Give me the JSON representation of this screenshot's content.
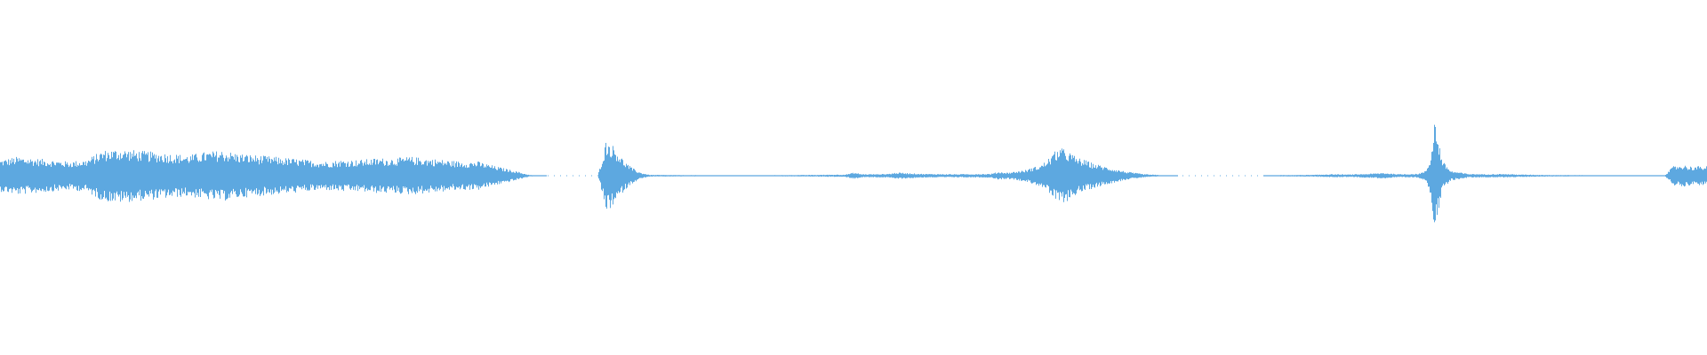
{
  "waveform": {
    "color": "#5DA8E0",
    "background": "#FFFFFF",
    "duration_fraction_note": "",
    "envelope": [
      [
        0.0,
        0.1
      ],
      [
        0.01,
        0.12
      ],
      [
        0.02,
        0.11
      ],
      [
        0.03,
        0.1
      ],
      [
        0.04,
        0.09
      ],
      [
        0.05,
        0.1
      ],
      [
        0.06,
        0.16
      ],
      [
        0.07,
        0.17
      ],
      [
        0.08,
        0.16
      ],
      [
        0.09,
        0.15
      ],
      [
        0.1,
        0.14
      ],
      [
        0.11,
        0.13
      ],
      [
        0.12,
        0.15
      ],
      [
        0.13,
        0.16
      ],
      [
        0.14,
        0.14
      ],
      [
        0.15,
        0.13
      ],
      [
        0.16,
        0.12
      ],
      [
        0.17,
        0.11
      ],
      [
        0.18,
        0.1
      ],
      [
        0.19,
        0.09
      ],
      [
        0.2,
        0.1
      ],
      [
        0.21,
        0.1
      ],
      [
        0.22,
        0.11
      ],
      [
        0.23,
        0.11
      ],
      [
        0.24,
        0.12
      ],
      [
        0.25,
        0.11
      ],
      [
        0.26,
        0.1
      ],
      [
        0.27,
        0.09
      ],
      [
        0.28,
        0.09
      ],
      [
        0.29,
        0.06
      ],
      [
        0.3,
        0.035
      ],
      [
        0.31,
        0.005
      ],
      [
        0.32,
        0.0
      ],
      [
        0.33,
        0.0
      ],
      [
        0.34,
        0.0
      ],
      [
        0.35,
        0.0
      ],
      [
        0.355,
        0.23
      ],
      [
        0.36,
        0.18
      ],
      [
        0.365,
        0.1
      ],
      [
        0.37,
        0.05
      ],
      [
        0.375,
        0.02
      ],
      [
        0.38,
        0.006
      ],
      [
        0.4,
        0.004
      ],
      [
        0.44,
        0.003
      ],
      [
        0.46,
        0.004
      ],
      [
        0.48,
        0.006
      ],
      [
        0.495,
        0.008
      ],
      [
        0.5,
        0.02
      ],
      [
        0.505,
        0.01
      ],
      [
        0.51,
        0.01
      ],
      [
        0.52,
        0.012
      ],
      [
        0.525,
        0.02
      ],
      [
        0.53,
        0.018
      ],
      [
        0.54,
        0.012
      ],
      [
        0.56,
        0.01
      ],
      [
        0.58,
        0.012
      ],
      [
        0.585,
        0.025
      ],
      [
        0.59,
        0.02
      ],
      [
        0.6,
        0.035
      ],
      [
        0.61,
        0.07
      ],
      [
        0.615,
        0.12
      ],
      [
        0.62,
        0.18
      ],
      [
        0.625,
        0.16
      ],
      [
        0.63,
        0.12
      ],
      [
        0.64,
        0.08
      ],
      [
        0.65,
        0.05
      ],
      [
        0.66,
        0.025
      ],
      [
        0.67,
        0.01
      ],
      [
        0.68,
        0.004
      ],
      [
        0.69,
        0.0
      ],
      [
        0.7,
        0.0
      ],
      [
        0.74,
        0.0
      ],
      [
        0.75,
        0.004
      ],
      [
        0.76,
        0.005
      ],
      [
        0.77,
        0.006
      ],
      [
        0.78,
        0.01
      ],
      [
        0.79,
        0.008
      ],
      [
        0.8,
        0.012
      ],
      [
        0.81,
        0.018
      ],
      [
        0.82,
        0.01
      ],
      [
        0.83,
        0.012
      ],
      [
        0.835,
        0.03
      ],
      [
        0.838,
        0.12
      ],
      [
        0.84,
        0.38
      ],
      [
        0.842,
        0.25
      ],
      [
        0.845,
        0.09
      ],
      [
        0.85,
        0.03
      ],
      [
        0.86,
        0.012
      ],
      [
        0.87,
        0.01
      ],
      [
        0.88,
        0.012
      ],
      [
        0.89,
        0.008
      ],
      [
        0.9,
        0.006
      ],
      [
        0.92,
        0.004
      ],
      [
        0.94,
        0.003
      ],
      [
        0.96,
        0.003
      ],
      [
        0.975,
        0.003
      ],
      [
        0.98,
        0.06
      ],
      [
        0.985,
        0.07
      ],
      [
        0.99,
        0.06
      ],
      [
        1.0,
        0.06
      ]
    ]
  }
}
